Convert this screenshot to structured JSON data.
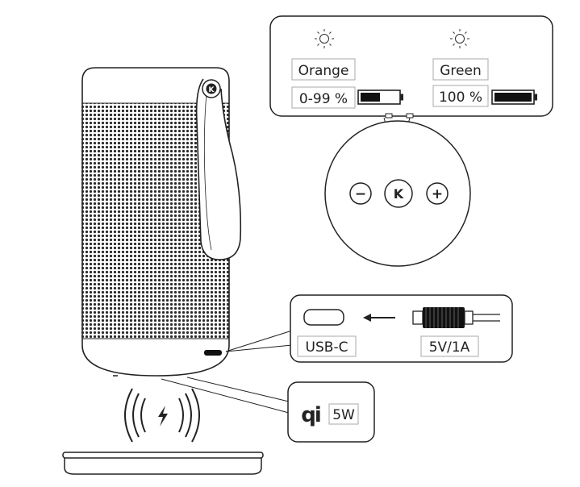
{
  "battery_callout": {
    "orange": {
      "color_label": "Orange",
      "range_label": "0-99 %"
    },
    "green": {
      "color_label": "Green",
      "range_label": "100 %"
    }
  },
  "control_panel": {
    "minus_symbol": "−",
    "brand_symbol": "K",
    "plus_symbol": "+"
  },
  "charging_callout": {
    "port_label": "USB-C",
    "power_label": "5V/1A"
  },
  "wireless_callout": {
    "qi_symbol": "qi",
    "power_label": "5W"
  },
  "speaker": {
    "handle_logo": "K"
  }
}
